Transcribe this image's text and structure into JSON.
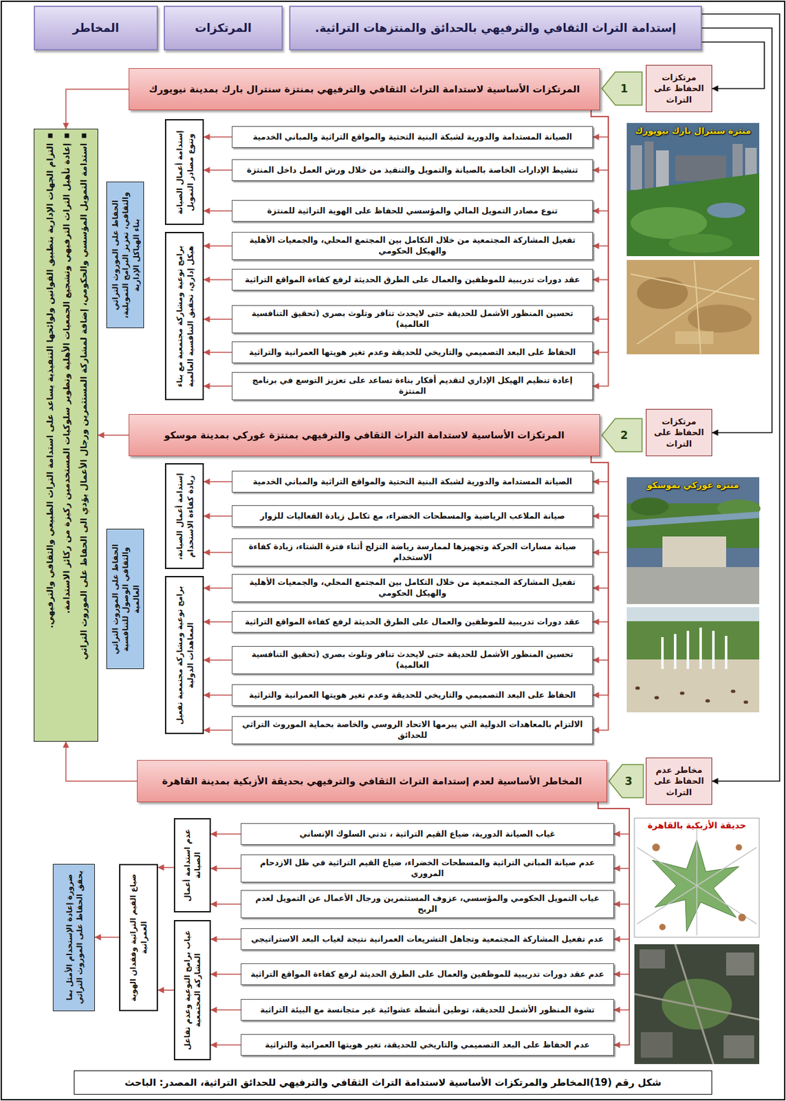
{
  "diagram": {
    "caption": "شكل رقم (19)المخاطر والمرتكزات الأساسية لاستدامة التراث الثقافي والترفيهي للحدائق التراثية، المصدر: الباحث",
    "nodes": [
      {
        "text": [
          "إستدامة التراث الثقافي والترفيهي بالحدائق والمنتزهات التراثية."
        ]
      },
      {
        "text": [
          "المرتكزات"
        ]
      },
      {
        "text": [
          "المخاطر"
        ]
      },
      {
        "text": [
          "مرتكزات الحفاظ على التراث"
        ]
      },
      {
        "text": [
          "المرتكزات الأساسية لاستدامة التراث الثقافي والترفيهي بمنتزة سنترال بارك بمدينة نيويورك"
        ]
      },
      {
        "text": [
          "الصيانة المستدامة والدورية لشبكة البنية التحتية والمواقع التراثية والمباني الخدمية"
        ]
      },
      {
        "text": [
          "تنشيط الإدارات الخاصة بالصيانة والتمويل والتنفيذ من خلال ورش العمل داخل المنتزة"
        ]
      },
      {
        "text": [
          "تنوع مصادر التمويل المالي والمؤسسي للحفاظ على الهوية التراثية للمنتزة"
        ]
      },
      {
        "text": [
          "تفعيل المشاركة المجتمعية من خلال التكامل بين المجتمع المحلي، والجمعيات الأهلية والهيكل الحكومي"
        ]
      },
      {
        "text": [
          "عقد دورات تدريبية للموظفين والعمال على الطرق الحديثة لرفع كفاءة المواقع التراثية"
        ]
      },
      {
        "text": [
          "تحسين المنظور الأشمل للحديقة حتى لايحدث تنافر وتلوث بصري (تحقيق التنافسية العالمية)"
        ]
      },
      {
        "text": [
          "الحفاظ على البعد التصميمي والتاريخي للحديقة وعدم تغير هويتها العمرانية والتراثية"
        ]
      },
      {
        "text": [
          "إعادة تنظيم الهيكل الإداري لتقديم أفكار بناءة تساعد على تعزيز التوسع في برنامج المنتزة"
        ]
      },
      {
        "text": [
          "إستدامة أعمال الصيانة وتنوع مصادر التمويل"
        ]
      },
      {
        "text": [
          "برامج توعية ومشاركة مجتمعية مع بناء هيكل إداري، تحقيق التنافسية العالمية"
        ]
      },
      {
        "text": [
          "الحفاظ على الموروث التراثي والثقافي، تعزيز البرامج التمويلية، بناء الهياكل الإدارية"
        ]
      },
      {
        "text": [
          "مرتكزات الحفاظ على التراث"
        ]
      },
      {
        "text": [
          "المرتكزات الأساسية لاستدامة التراث الثقافي والترفيهي بمنتزة غوركي بمدينة موسكو"
        ]
      },
      {
        "text": [
          "الصيانة المستدامة والدورية لشبكة البنية التحتية والمواقع التراثية والمباني الخدمية"
        ]
      },
      {
        "text": [
          "صيانة الملاعب الرياضية والمسطحات الخضراء، مع تكامل زيادة الفعاليات للزوار"
        ]
      },
      {
        "text": [
          "صيانة مسارات الحركة وتجهيزها لممارسة رياضة التزلج أثناء فترة الشتاء، زيادة كفاءة الاستخدام"
        ]
      },
      {
        "text": [
          "تفعيل المشاركة المجتمعية من خلال التكامل بين المجتمع المحلي، والجمعيات الأهلية والهيكل الحكومي"
        ]
      },
      {
        "text": [
          "عقد دورات تدريبية للموظفين والعمال على الطرق الحديثة لرفع كفاءة المواقع التراثية"
        ]
      },
      {
        "text": [
          "تحسين المنظور الأشمل للحديقة حتى لايحدث تنافر وتلوث بصري (تحقيق التنافسية العالمية)"
        ]
      },
      {
        "text": [
          "الحفاظ على البعد التصميمي والتاريخي للحديقة وعدم تغير هويتها العمرانية والتراثية"
        ]
      },
      {
        "text": [
          "الالتزام بالمعاهدات الدولية التي يبرمها الاتحاد الروسي والخاصة بحماية الموروث التراثي للحدائق"
        ]
      },
      {
        "text": [
          "إستدامة أعمال الصيانة، زيادة كفاءة الاستخدام"
        ]
      },
      {
        "text": [
          "برامج توعية ومشاركة مجتمعية تفعيل المعاهدات الدولية"
        ]
      },
      {
        "text": [
          "الحفاظ على الموروث التراثي والثقافي الوصول للتنافسية العالمية"
        ]
      },
      {
        "text": [
          "مخاطر عدم الحفاظ على التراث"
        ]
      },
      {
        "text": [
          "المخاطر الأساسية لعدم إستدامة التراث الثقافي والترفيهي بحديقة الأزبكية بمدينة القاهرة"
        ]
      },
      {
        "text": [
          "غياب الصيانة الدورية، ضياع القيم التراثية ، تدني السلوك الإنساني"
        ]
      },
      {
        "text": [
          "عدم صيانة المباني التراثية والمسطحات الخضراء، ضياع القيم التراثية في ظل الازدحام المروري"
        ]
      },
      {
        "text": [
          "غياب التمويل الحكومي والمؤسسي، عزوف المستثمرين ورجال الأعمال عن التمويل لعدم الربح"
        ]
      },
      {
        "text": [
          "عدم تفعيل المشاركة المجتمعية وتجاهل التشريعات العمرانية نتيجة لغياب البعد الاستراتيجي"
        ]
      },
      {
        "text": [
          "عدم عقد دورات تدريبية للموظفين والعمال على الطرق الحديثة لرفع كفاءة المواقع التراثية"
        ]
      },
      {
        "text": [
          "تشوة المنظور الأشمل للحديقة، توطين أنشطة عشوائية غير متجانسة مع البيئة التراثية"
        ]
      },
      {
        "text": [
          "عدم الحفاظ على البعد التصميمي والتاريخي للحديقة، تغير هويتها العمرانية والتراثية"
        ]
      },
      {
        "text": [
          "عدم استدامة أعمال الصيانة"
        ]
      },
      {
        "text": [
          "غياب برامج التوعية وعدم تفاعل المشاركة المجتمعية"
        ]
      },
      {
        "text": [
          "ضياع القيم التراثية وفقدان الهوية العمرانية"
        ]
      },
      {
        "text": [
          "ضرورة إعادة الإستخدام الأمثل بما يحقق الحفاظ على الموروث التراثي"
        ]
      },
      {
        "text": [
          "التزام الجهات الإدارية بتطبيق القوانين ولوائحها التنفيذية يساعد على استدامة التراث الطبيعي والثقافي والترفيهي.",
          "إعادة تأهيل التراث الترفيهي وتشجيع الجمعيات الأهلية وتطوير سلوكيات المستخدمين ركيزة من ركائز الاستدامة.",
          "استدامة التمويل المؤسسي والحكومي، إضافة لمشاركة المستثمرين ورجال الأعمال يؤدي الى الحفاظ على الموروث التراثي"
        ]
      }
    ],
    "edges": [
      {
        "from": 0,
        "to": 3,
        "arrow": "to"
      },
      {
        "from": 0,
        "to": 16,
        "arrow": "to"
      },
      {
        "from": 0,
        "to": 29,
        "arrow": "to"
      },
      {
        "from": 4,
        "to": 5,
        "arrow": "to"
      },
      {
        "from": 4,
        "to": 6,
        "arrow": "to"
      },
      {
        "from": 4,
        "to": 7,
        "arrow": "to"
      },
      {
        "from": 4,
        "to": 8,
        "arrow": "to"
      },
      {
        "from": 4,
        "to": 9,
        "arrow": "to"
      },
      {
        "from": 4,
        "to": 10,
        "arrow": "to"
      },
      {
        "from": 4,
        "to": 11,
        "arrow": "to"
      },
      {
        "from": 4,
        "to": 12,
        "arrow": "to"
      },
      {
        "from": 5,
        "to": 13,
        "arrow": "to"
      },
      {
        "from": 6,
        "to": 13,
        "arrow": "to"
      },
      {
        "from": 7,
        "to": 13,
        "arrow": "to"
      },
      {
        "from": 8,
        "to": 14,
        "arrow": "to"
      },
      {
        "from": 9,
        "to": 14,
        "arrow": "to"
      },
      {
        "from": 10,
        "to": 14,
        "arrow": "to"
      },
      {
        "from": 11,
        "to": 14,
        "arrow": "to"
      },
      {
        "from": 12,
        "to": 14,
        "arrow": "to"
      },
      {
        "from": 17,
        "to": 18,
        "arrow": "to"
      },
      {
        "from": 17,
        "to": 19,
        "arrow": "to"
      },
      {
        "from": 17,
        "to": 20,
        "arrow": "to"
      },
      {
        "from": 17,
        "to": 21,
        "arrow": "to"
      },
      {
        "from": 17,
        "to": 22,
        "arrow": "to"
      },
      {
        "from": 17,
        "to": 23,
        "arrow": "to"
      },
      {
        "from": 17,
        "to": 24,
        "arrow": "to"
      },
      {
        "from": 17,
        "to": 25,
        "arrow": "to"
      },
      {
        "from": 18,
        "to": 26,
        "arrow": "to"
      },
      {
        "from": 19,
        "to": 26,
        "arrow": "to"
      },
      {
        "from": 20,
        "to": 26,
        "arrow": "to"
      },
      {
        "from": 21,
        "to": 27,
        "arrow": "to"
      },
      {
        "from": 22,
        "to": 27,
        "arrow": "to"
      },
      {
        "from": 23,
        "to": 27,
        "arrow": "to"
      },
      {
        "from": 24,
        "to": 27,
        "arrow": "to"
      },
      {
        "from": 25,
        "to": 27,
        "arrow": "to"
      },
      {
        "from": 30,
        "to": 31,
        "arrow": "to"
      },
      {
        "from": 30,
        "to": 32,
        "arrow": "to"
      },
      {
        "from": 30,
        "to": 33,
        "arrow": "to"
      },
      {
        "from": 30,
        "to": 34,
        "arrow": "to"
      },
      {
        "from": 30,
        "to": 35,
        "arrow": "to"
      },
      {
        "from": 30,
        "to": 36,
        "arrow": "to"
      },
      {
        "from": 30,
        "to": 37,
        "arrow": "to"
      },
      {
        "from": 31,
        "to": 38,
        "arrow": "to"
      },
      {
        "from": 32,
        "to": 38,
        "arrow": "to"
      },
      {
        "from": 33,
        "to": 38,
        "arrow": "to"
      },
      {
        "from": 34,
        "to": 39,
        "arrow": "to"
      },
      {
        "from": 35,
        "to": 39,
        "arrow": "to"
      },
      {
        "from": 36,
        "to": 39,
        "arrow": "to"
      },
      {
        "from": 37,
        "to": 39,
        "arrow": "to"
      },
      {
        "from": 38,
        "to": 40,
        "arrow": "to"
      },
      {
        "from": 39,
        "to": 40,
        "arrow": "to"
      },
      {
        "from": 40,
        "to": 41,
        "arrow": "to"
      },
      {
        "from": 4,
        "to": 42,
        "arrow": "to"
      },
      {
        "from": 17,
        "to": 42,
        "arrow": "to"
      },
      {
        "from": 30,
        "to": 42,
        "arrow": "to"
      }
    ],
    "labels": [
      "1",
      "منتزة سنترال بارك نيويورك",
      "2",
      "منتزة غوركي بموسكو",
      "3",
      "حديقة الأزبكية بالقاهرة"
    ]
  }
}
